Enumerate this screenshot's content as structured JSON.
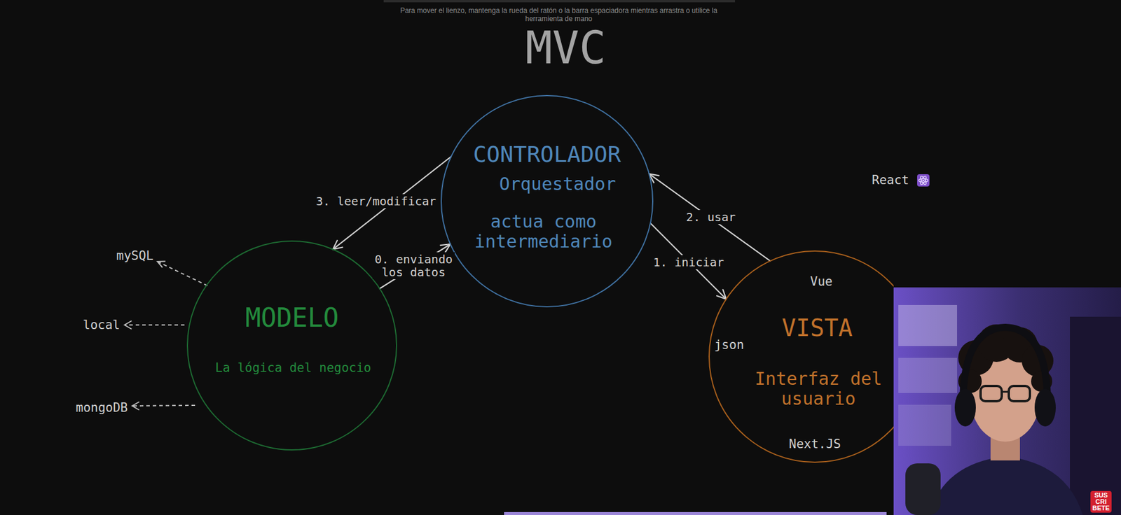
{
  "diagram": {
    "title": "MVC",
    "nodes": [
      {
        "text": [
          "CONTROLADOR",
          "Orquestador",
          "actua como intermediario"
        ]
      },
      {
        "text": [
          "MODELO",
          "La lógica del negocio"
        ]
      },
      {
        "text": [
          "Vue",
          "json",
          "VISTA",
          "Interfaz del usuario",
          "Next.JS"
        ]
      }
    ],
    "edges": [
      {
        "from": 0,
        "to": 1,
        "label": "3. leer/modificar",
        "arrow": "to"
      },
      {
        "from": 1,
        "to": 0,
        "label": "0. enviando los datos",
        "arrow": "to"
      },
      {
        "from": 0,
        "to": 2,
        "label": "1. iniciar",
        "arrow": "to"
      },
      {
        "from": 2,
        "to": 0,
        "label": "2. usar",
        "arrow": "to"
      }
    ],
    "labels": [
      "Para mover el lienzo, mantenga la rueda del ratón o la barra espaciadora mientras arrastra o utilice la herramienta de mano",
      "mySQL",
      "local",
      "mongoDB",
      "React",
      "SUS CRI BETE"
    ]
  }
}
